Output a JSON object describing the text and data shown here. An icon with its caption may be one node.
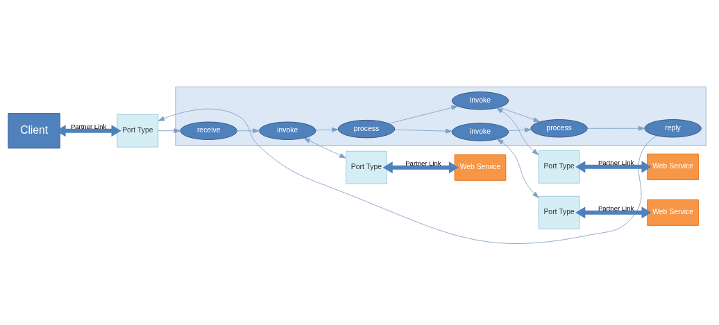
{
  "diagram": {
    "nodes": [
      {
        "text": [
          "Client"
        ]
      },
      {
        "text": [],
        "shape": "box"
      },
      {
        "text": [
          "Port Type"
        ]
      },
      {
        "text": [
          "receive"
        ],
        "in": 1
      },
      {
        "text": [
          "invoke"
        ],
        "in": 1
      },
      {
        "text": [
          "process"
        ],
        "in": 1
      },
      {
        "text": [
          "invoke"
        ],
        "in": 1
      },
      {
        "text": [
          "invoke"
        ],
        "in": 1
      },
      {
        "text": [
          "process"
        ],
        "in": 1
      },
      {
        "text": [
          "reply"
        ],
        "in": 1
      },
      {
        "text": [
          "Port Type"
        ]
      },
      {
        "text": [
          "Port Type"
        ]
      },
      {
        "text": [
          "Port Type"
        ]
      },
      {
        "text": [
          "Web Service"
        ]
      },
      {
        "text": [
          "Web Service"
        ]
      },
      {
        "text": [
          "Web Service"
        ]
      }
    ],
    "edges": [
      {
        "from": 0,
        "to": 2,
        "arrow": "both",
        "label": "Partner Link",
        "style": "thick"
      },
      {
        "from": 2,
        "to": 3,
        "arrow": "to"
      },
      {
        "from": 3,
        "to": 4,
        "arrow": "to"
      },
      {
        "from": 4,
        "to": 10,
        "arrow": "both"
      },
      {
        "from": 4,
        "to": 5,
        "arrow": "to"
      },
      {
        "from": 5,
        "to": 6,
        "arrow": "to"
      },
      {
        "from": 5,
        "to": 7,
        "arrow": "to"
      },
      {
        "from": 6,
        "to": 11,
        "arrow": "both"
      },
      {
        "from": 6,
        "to": 8,
        "arrow": "to"
      },
      {
        "from": 7,
        "to": 8,
        "arrow": "to"
      },
      {
        "from": 7,
        "to": 12,
        "arrow": "both"
      },
      {
        "from": 8,
        "to": 9,
        "arrow": "to"
      },
      {
        "from": 9,
        "to": 2,
        "arrow": "to"
      },
      {
        "from": 10,
        "to": 13,
        "arrow": "both",
        "label": "Partner Link",
        "style": "thick"
      },
      {
        "from": 11,
        "to": 14,
        "arrow": "both",
        "label": "Partner Link",
        "style": "thick"
      },
      {
        "from": 12,
        "to": 15,
        "arrow": "both",
        "label": "Partner Link",
        "style": "thick"
      }
    ]
  }
}
